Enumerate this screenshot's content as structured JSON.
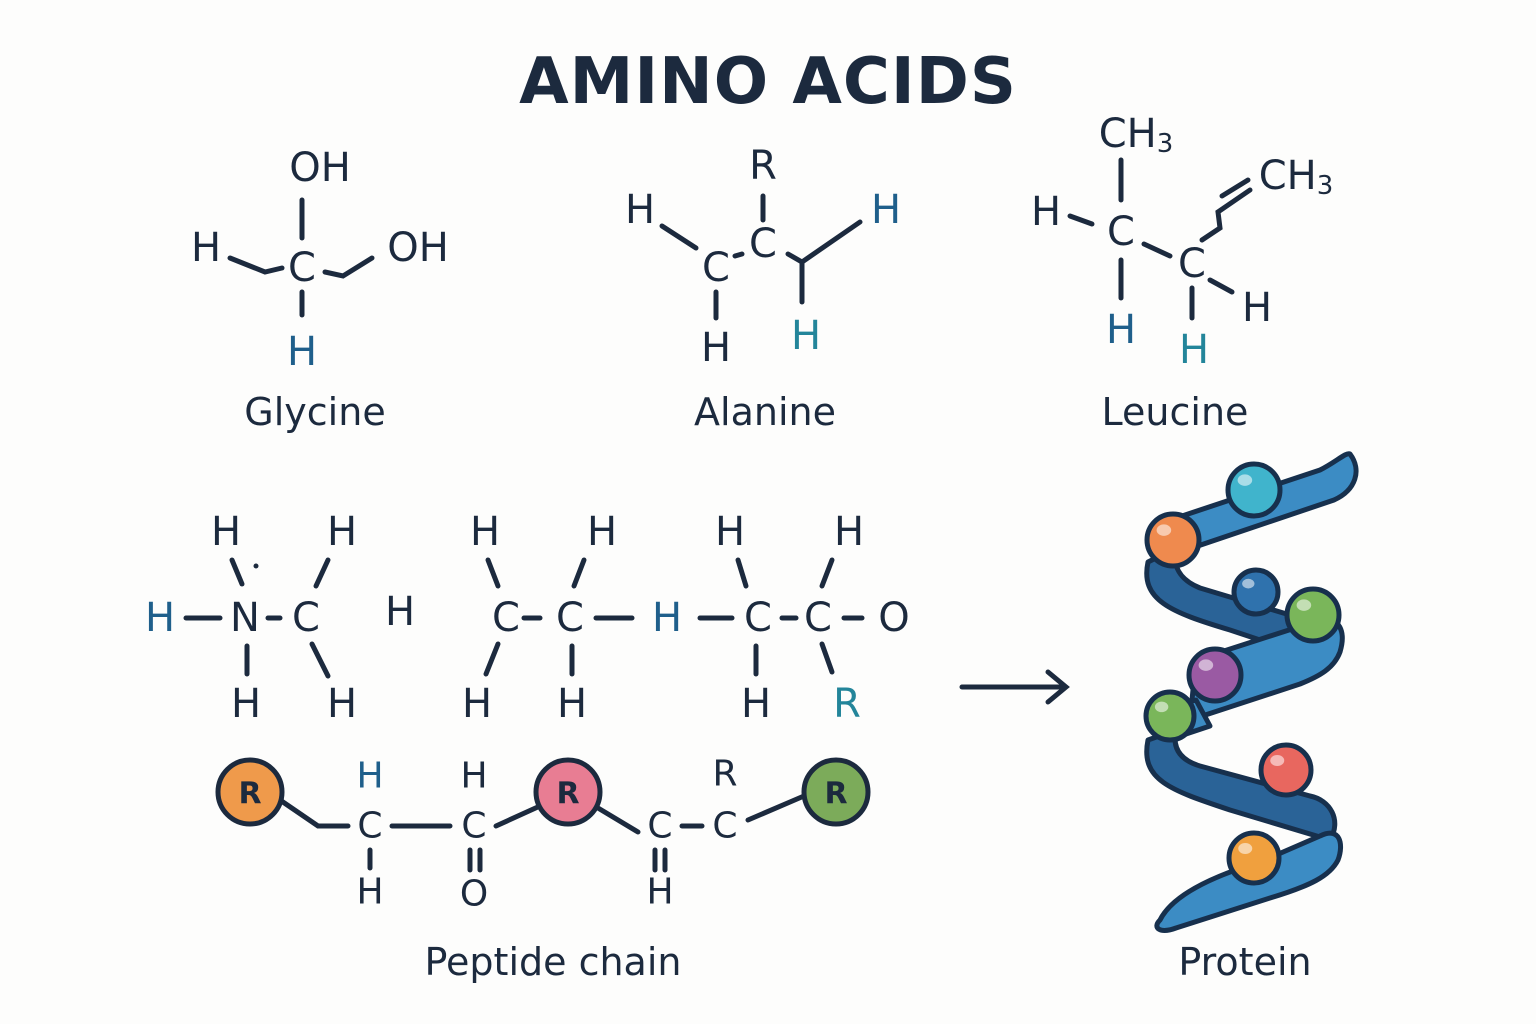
{
  "title": "AMINO ACIDS",
  "colors": {
    "ink": "#1c2a3e",
    "blue_atom": "#1f5f8b",
    "teal_atom": "#23859a",
    "ribbon_dark": "#2a6397",
    "ribbon_light": "#3c8cc4"
  },
  "glycine": {
    "name": "Glycine",
    "atoms": {
      "top": "OH",
      "left": "H",
      "center": "C",
      "right": "OH",
      "bottom": "H"
    }
  },
  "alanine": {
    "name": "Alanine",
    "atoms": {
      "top": "R",
      "left_h": "H",
      "c1": "C",
      "c2": "C",
      "c1_bottom": "H",
      "right_h": "H",
      "right_bottom_h": "H"
    }
  },
  "leucine": {
    "name": "Leucine",
    "atoms": {
      "top_ch": "CH",
      "top_sub": "3",
      "left_h": "H",
      "c1": "C",
      "c2": "C",
      "c1_bottom": "H",
      "c2_bottom": "H",
      "c2_right": "H",
      "right_ch": "CH",
      "right_sub": "3"
    }
  },
  "structure_left": {
    "atoms": {
      "h_left": "H",
      "n": "N",
      "c": "C",
      "n_top": "H",
      "c_top": "H",
      "n_bottom": "H",
      "c_bottom": "H",
      "lone_h": "H"
    }
  },
  "structure_chain": {
    "atoms": {
      "c1": "C",
      "c2": "C",
      "h_mid": "H",
      "c3": "C",
      "c4": "C",
      "o": "O",
      "c1_top": "H",
      "c2_top": "H",
      "c3_top": "H",
      "c4_top": "H",
      "c1_bottom": "H",
      "c2_bottom": "H",
      "c3_bottom": "H",
      "c4_bottom": "R"
    }
  },
  "peptide": {
    "name": "Peptide chain",
    "residues": [
      {
        "label": "R",
        "color": "#ef9a4b"
      },
      {
        "label": "R",
        "color": "#e87d93"
      },
      {
        "label": "R",
        "color": "#7cab5a"
      }
    ],
    "atoms": {
      "c1": "C",
      "c1_top": "H",
      "c1_bottom": "H",
      "c2": "C",
      "c2_top": "H",
      "c2_bottom": "O",
      "c3": "C",
      "c3_bottom": "H",
      "c4": "C",
      "c4_top": "R"
    }
  },
  "arrow_icon": "right-arrow",
  "protein": {
    "name": "Protein",
    "beads": [
      {
        "color": "#40b4cc"
      },
      {
        "color": "#ef8a4e"
      },
      {
        "color": "#2f72ad"
      },
      {
        "color": "#7ab65a"
      },
      {
        "color": "#9a5aa3"
      },
      {
        "color": "#7ab65a"
      },
      {
        "color": "#e8675f"
      },
      {
        "color": "#f0a03e"
      }
    ]
  }
}
